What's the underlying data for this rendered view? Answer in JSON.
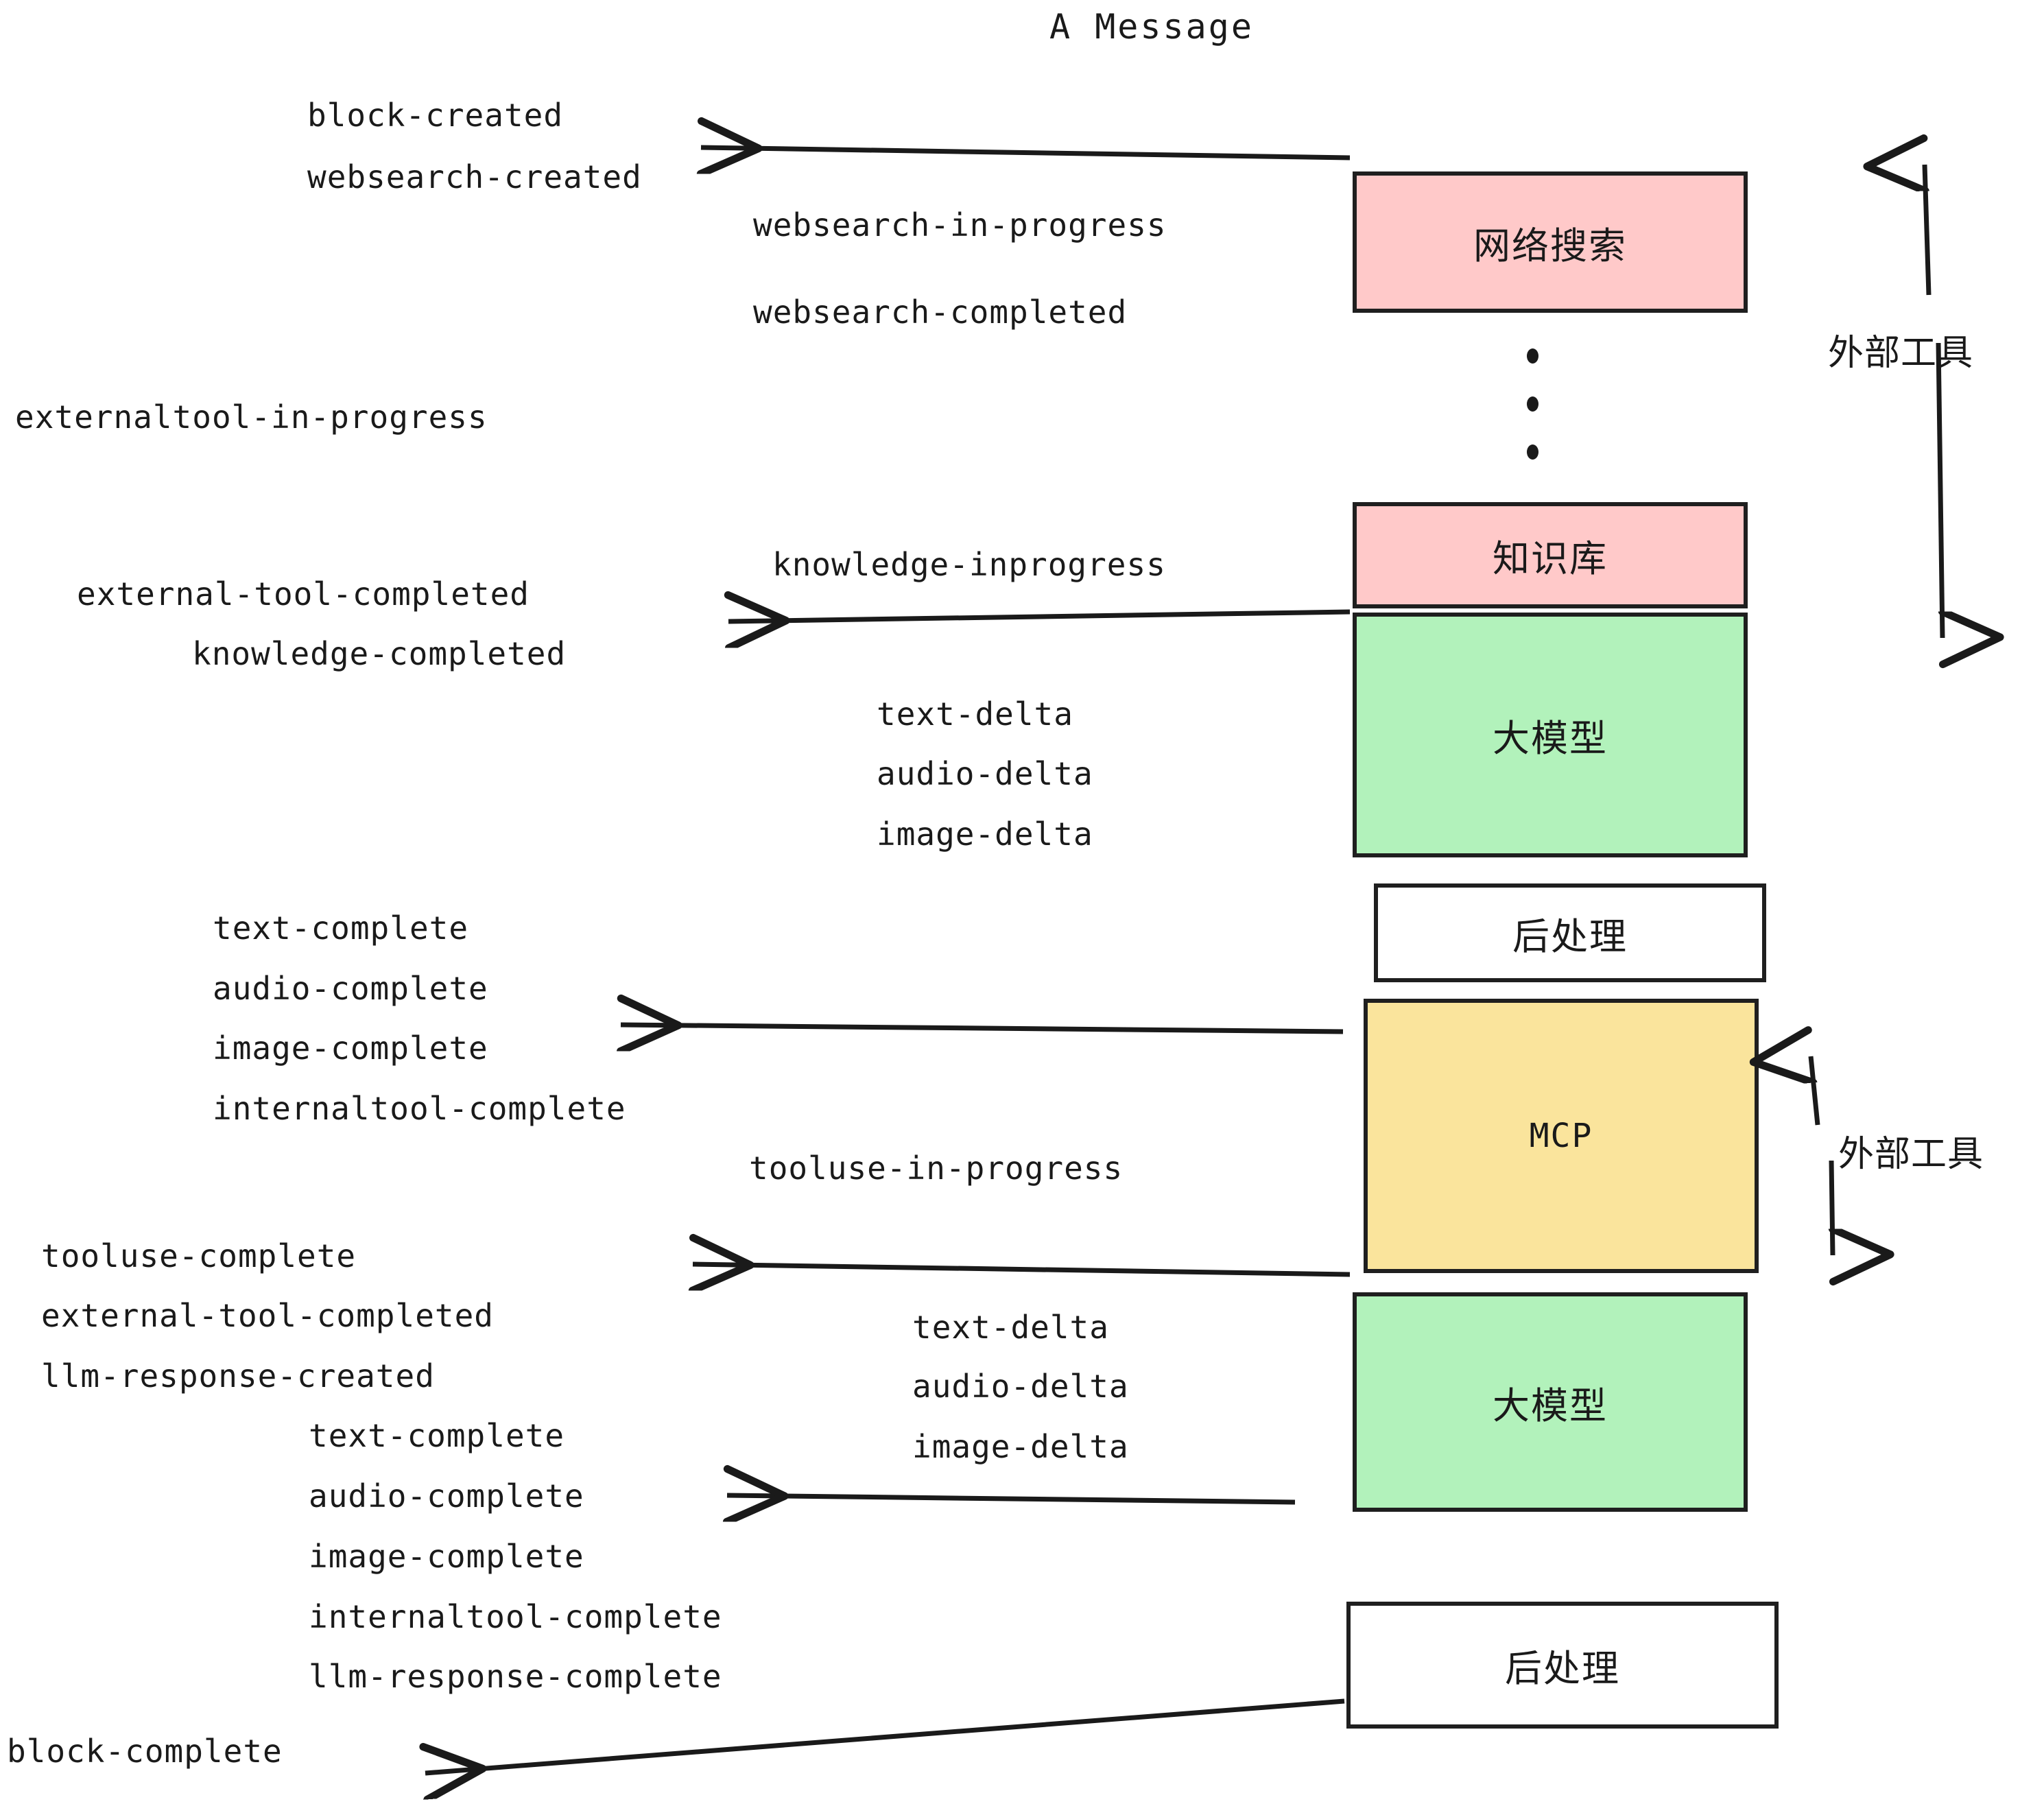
{
  "diagram": {
    "title": "A Message",
    "colors": {
      "pink": "#FFC9C9",
      "green": "#B2F2BB",
      "yellow": "#FAE49C",
      "white": "#FFFFFF",
      "stroke": "#1F1F1F",
      "background": "#FFFFFF"
    }
  },
  "nodes": [
    {
      "id": "websearch",
      "label": "网络搜索",
      "fill": "pink"
    },
    {
      "id": "knowledge",
      "label": "知识库",
      "fill": "pink"
    },
    {
      "id": "llm1",
      "label": "大模型",
      "fill": "green"
    },
    {
      "id": "postproc1",
      "label": "后处理",
      "fill": "white"
    },
    {
      "id": "mcp",
      "label": "MCP",
      "fill": "yellow"
    },
    {
      "id": "llm2",
      "label": "大模型",
      "fill": "green"
    },
    {
      "id": "postproc2",
      "label": "后处理",
      "fill": "white"
    }
  ],
  "group_labels": [
    {
      "id": "external-tools-top",
      "label": "外部工具"
    },
    {
      "id": "external-tools-bottom",
      "label": "外部工具"
    }
  ],
  "events": [
    {
      "id": "e01",
      "text": "block-created"
    },
    {
      "id": "e02",
      "text": "websearch-created"
    },
    {
      "id": "e03",
      "text": "websearch-in-progress"
    },
    {
      "id": "e04",
      "text": "websearch-completed"
    },
    {
      "id": "e05",
      "text": "externaltool-in-progress"
    },
    {
      "id": "e06",
      "text": "knowledge-inprogress"
    },
    {
      "id": "e07",
      "text": "external-tool-completed"
    },
    {
      "id": "e08",
      "text": "knowledge-completed"
    },
    {
      "id": "e09",
      "text": "text-delta"
    },
    {
      "id": "e10",
      "text": "audio-delta"
    },
    {
      "id": "e11",
      "text": "image-delta"
    },
    {
      "id": "e12",
      "text": "text-complete"
    },
    {
      "id": "e13",
      "text": "audio-complete"
    },
    {
      "id": "e14",
      "text": "image-complete"
    },
    {
      "id": "e15",
      "text": "internaltool-complete"
    },
    {
      "id": "e16",
      "text": "tooluse-in-progress"
    },
    {
      "id": "e17",
      "text": "tooluse-complete"
    },
    {
      "id": "e18",
      "text": "external-tool-completed"
    },
    {
      "id": "e19",
      "text": "llm-response-created"
    },
    {
      "id": "e20",
      "text": "text-delta"
    },
    {
      "id": "e21",
      "text": "audio-delta"
    },
    {
      "id": "e22",
      "text": "image-delta"
    },
    {
      "id": "e23",
      "text": "text-complete"
    },
    {
      "id": "e24",
      "text": "audio-complete"
    },
    {
      "id": "e25",
      "text": "image-complete"
    },
    {
      "id": "e26",
      "text": "internaltool-complete"
    },
    {
      "id": "e27",
      "text": "llm-response-complete"
    },
    {
      "id": "e28",
      "text": "block-complete"
    }
  ]
}
